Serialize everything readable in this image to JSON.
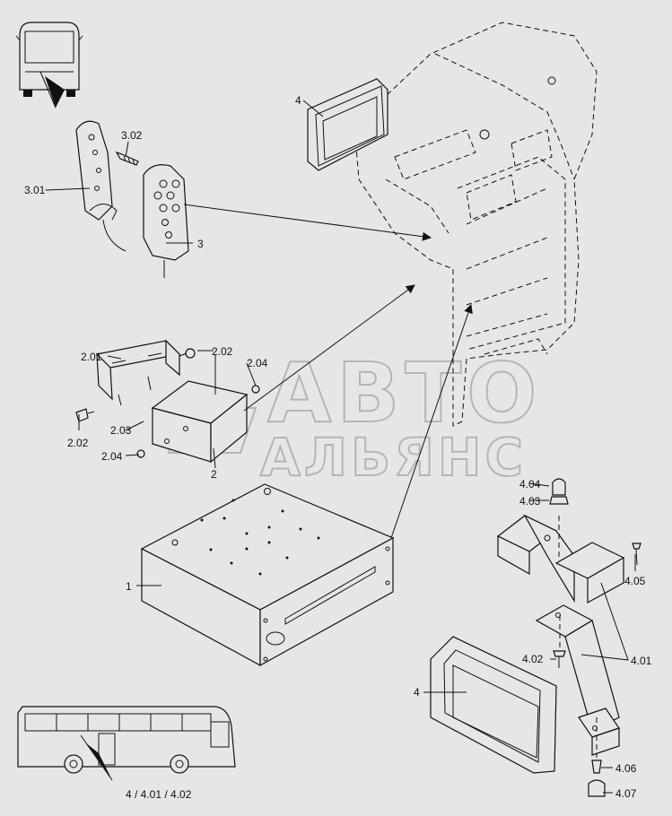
{
  "watermark": {
    "line1": "АВТО",
    "line2": "АЛЬЯНС"
  },
  "callouts": {
    "c1": "1",
    "c2": "2",
    "c2_01": "2.01",
    "c2_02a": "2.02",
    "c2_02b": "2.02",
    "c2_03": "2.03",
    "c2_04a": "2.04",
    "c2_04b": "2.04",
    "c3": "3",
    "c3_01": "3.01",
    "c3_02": "3.02",
    "c4a": "4",
    "c4b": "4",
    "c4_01": "4.01",
    "c4_02": "4.02",
    "c4_03": "4.03",
    "c4_04": "4.04",
    "c4_05": "4.05",
    "c4_06": "4.06",
    "c4_07": "4.07",
    "bus_location": "4 / 4.01 / 4.02"
  }
}
